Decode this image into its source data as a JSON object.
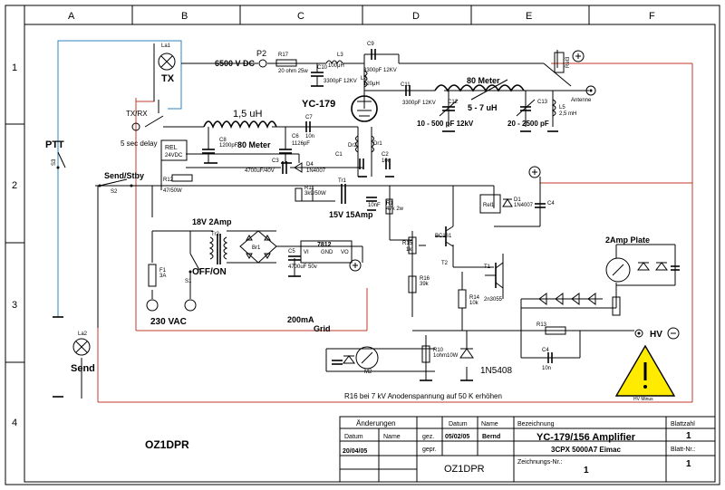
{
  "grid": {
    "columns": [
      "A",
      "B",
      "C",
      "D",
      "E",
      "F"
    ],
    "rows": [
      "1",
      "2",
      "3",
      "4"
    ]
  },
  "labels": {
    "la1": "La1",
    "tx": "TX",
    "p2": "P2",
    "hv_dc": "6500 V DC",
    "r17": "R17",
    "r17v": "20 ohm 25w",
    "l3": "L3",
    "l3v": "100μH",
    "c9": "C9",
    "c9v": "3300pF 12KV",
    "c10": "C10",
    "c10v": "3300pF 12KV",
    "l2": "L2",
    "l2v": "120μH",
    "meter80_top": "80 Meter",
    "c11": "C11",
    "c11v": "3300pF 12KV",
    "c12": "C12",
    "l4v": "5 - 7 uH",
    "c13": "C13",
    "l5": "L5",
    "l5v": "2,5 mH",
    "c12range": "10 - 500 pF 12kV",
    "c13range": "20 - 2500 pF",
    "antenne": "Antenne",
    "rel3": "Rel3",
    "txrx": "TX/RX",
    "l15": "1,5 uH",
    "tube": "YC-179",
    "c8": "C8",
    "c8v": "1200pF",
    "meter80_mid": "80 Meter",
    "c6": "C6",
    "c6v": "1126pF",
    "c7": "C7",
    "c7v": "10n",
    "dr2": "Dr2",
    "dr1": "Dr1",
    "c1": "C1",
    "c2": "C2",
    "c2v": "10n",
    "ptt": "PTT",
    "s3": "S3",
    "delay": "5 sec delay",
    "rel": "REL",
    "relv": "24VDC",
    "c3": "C3",
    "c3v": "4700uF/40V",
    "d4": "D4",
    "d4v": "1N4007",
    "send_stby": "Send/Stby",
    "s2": "S2",
    "r12": "R12",
    "r12v": "47/50W",
    "r11": "R11",
    "r11v": "3k9/50W",
    "tr1": "Tr1",
    "c1v": "10nF",
    "v15": "15V 15Amp",
    "r1": "R1",
    "r1v": "47k 2w",
    "rel1": "Rel1",
    "d1": "D1",
    "d1v": "1N4007",
    "c4": "C4",
    "amp18": "18V 2Amp",
    "tr2": "Tr2",
    "br1": "Br1",
    "reg": "7812",
    "vi": "VI",
    "gnd": "GND",
    "vo": "VO",
    "c5": "C5",
    "c5v": "4700uF 50v",
    "bc161": "BC161",
    "t2": "T2",
    "r15": "R15",
    "r15v": "1k",
    "amp2_plate": "2Amp Plate",
    "offon": "OFF/ON",
    "f1": "F1",
    "f1v": "3A",
    "s1": "S1",
    "v230": "230 VAC",
    "r16": "R16",
    "r16v": "39k",
    "r14": "R14",
    "r14v": "10k",
    "t1": "T1",
    "t1v": "2n3055",
    "ma200": "200mA",
    "grid": "Grid",
    "r13": "R13",
    "c4v": "10n",
    "la2": "La2",
    "send": "Send",
    "m2": "M2",
    "r10": "R10",
    "r10v": "1ohm10W",
    "n5408": "1N5408",
    "hv": "HV",
    "hv_minus": "HV Minus",
    "note": "R16  bei 7 kV Anodenspannung auf 50 K erhöhen"
  },
  "author_left": "OZ1DPR",
  "title_block": {
    "aenderungen": "Änderungen",
    "datum_h": "Datum",
    "name_h": "Name",
    "datum2_h": "Datum",
    "name2_h": "Name",
    "bezeichnung_h": "Bezeichnung",
    "blattzahl_h": "Blattzahl",
    "blattzahl": "1",
    "gez": "gez.",
    "gez_date": "05/02/05",
    "gez_name": "Bernd",
    "title": "YC-179/156 Amplifier",
    "subtitle": "3CPX 5000A7 Eimac",
    "gepr": "gepr.",
    "blatt_nr_h": "Blatt-Nr.:",
    "blatt_nr": "1",
    "change_date": "20/04/05",
    "author": "OZ1DPR",
    "zeichnungs_h": "Zeichnungs-Nr.:",
    "zeichnungs": "1"
  }
}
